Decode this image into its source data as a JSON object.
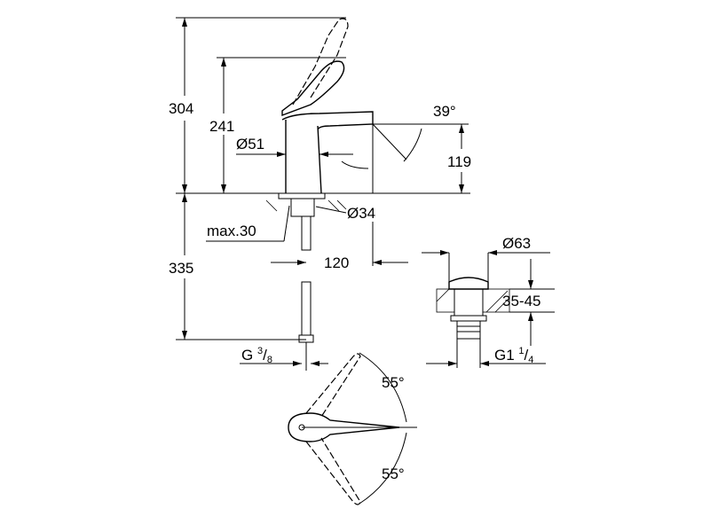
{
  "title": "Faucet technical dimension drawing",
  "dimensions": {
    "total_height": "304",
    "spout_height": "241",
    "body_diameter": "Ø51",
    "spout_angle": "39°",
    "outlet_height": "119",
    "hole_diameter": "Ø34",
    "max_thickness": "max.30",
    "hose_length": "335",
    "projection": "120",
    "drain_diameter": "Ø63",
    "drain_range": "35-45",
    "connection_prefix": "G",
    "connection_num": "3",
    "connection_den": "8",
    "drain_thread_prefix": "G1",
    "drain_thread_num": "1",
    "drain_thread_den": "4",
    "lever_angle_top": "55°",
    "lever_angle_bottom": "55°"
  }
}
